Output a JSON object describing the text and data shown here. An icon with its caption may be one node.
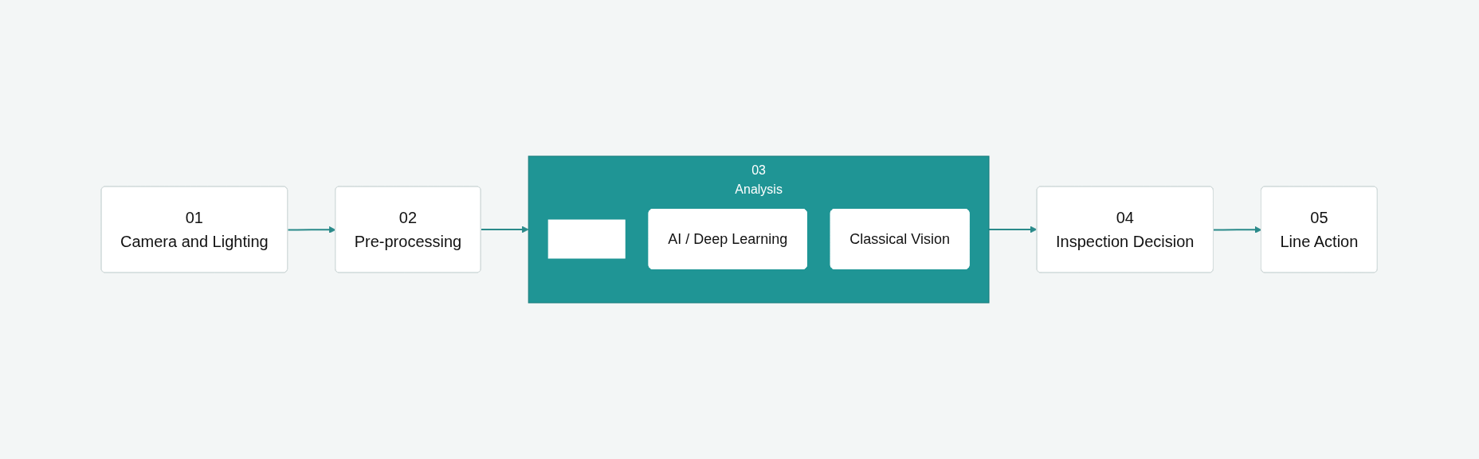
{
  "diagram": {
    "nodes": [
      {
        "text": [
          "01",
          "Camera and Lighting"
        ]
      },
      {
        "text": [
          "02",
          "Pre-processing"
        ]
      },
      {
        "text": [
          "03",
          "Analysis"
        ]
      },
      {
        "text": [],
        "shape": "box",
        "in": 2
      },
      {
        "text": [
          "AI / Deep Learning"
        ],
        "in": 2
      },
      {
        "text": [
          "Classical Vision"
        ],
        "in": 2
      },
      {
        "text": [
          "04",
          "Inspection Decision"
        ]
      },
      {
        "text": [
          "05",
          "Line Action"
        ]
      }
    ],
    "edges": [
      {
        "from": 0,
        "to": 1,
        "arrow": "to"
      },
      {
        "from": 1,
        "to": 2,
        "arrow": "to"
      },
      {
        "from": 2,
        "to": 6,
        "arrow": "to"
      },
      {
        "from": 6,
        "to": 7,
        "arrow": "to"
      }
    ]
  }
}
